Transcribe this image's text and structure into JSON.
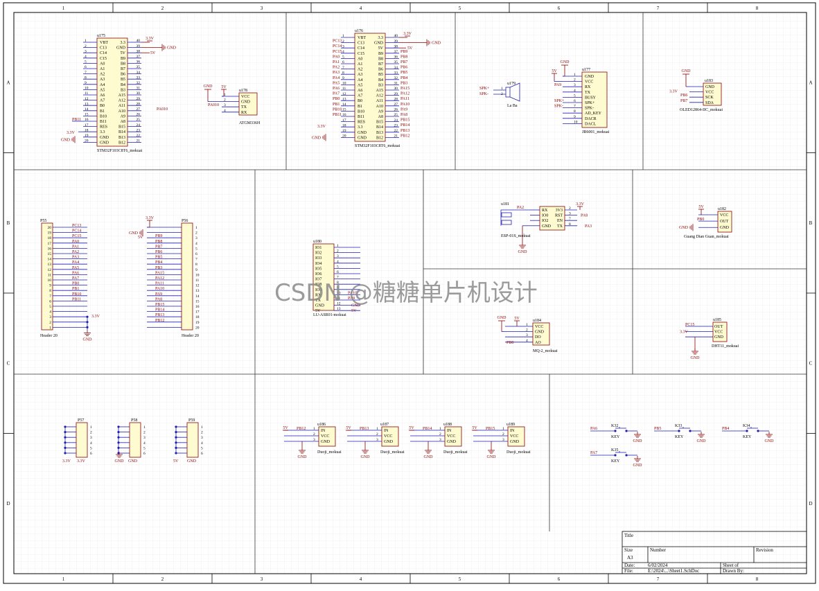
{
  "border": {
    "columns": [
      "1",
      "2",
      "3",
      "4",
      "5",
      "6",
      "7",
      "8"
    ],
    "rows": [
      "A",
      "B",
      "C",
      "D"
    ]
  },
  "colors": {
    "wire": "#1f1fb4",
    "net": "#8b0000",
    "part": "#6d0e0e",
    "body_fill": "#fffbd0",
    "body_stroke": "#8b0000",
    "grid": "#e3e3e3",
    "frame": "#000000"
  },
  "power": {
    "v33": "3.3V",
    "v5": "5V",
    "gnd": "GND"
  },
  "u175": {
    "ref": "u175",
    "name": "STM32F103C8T6_mokuai",
    "left_nums": [
      "1",
      "2",
      "3",
      "4",
      "5",
      "6",
      "7",
      "8",
      "9",
      "10",
      "11",
      "12",
      "13",
      "14",
      "15",
      "16",
      "17",
      "18",
      "19",
      "20"
    ],
    "left_names": [
      "VBT",
      "C13",
      "C14",
      "C15",
      "A0",
      "A1",
      "A2",
      "A3",
      "A4",
      "A5",
      "A6",
      "A7",
      "B0",
      "B1",
      "B10",
      "B11",
      "RES",
      "3.3",
      "GND",
      "GND"
    ],
    "right_names": [
      "3.3",
      "GND",
      "5V",
      "B9",
      "B8",
      "B7",
      "B6",
      "B5",
      "B4",
      "B3",
      "A15",
      "A12",
      "A11",
      "A10",
      "A9",
      "A8",
      "B15",
      "B14",
      "B13",
      "B12"
    ],
    "right_nums": [
      "40",
      "39",
      "38",
      "37",
      "36",
      "35",
      "34",
      "33",
      "32",
      "31",
      "30",
      "29",
      "28",
      "27",
      "26",
      "25",
      "24",
      "23",
      "22",
      "21"
    ],
    "nets": {
      "pb11": "PB11",
      "pa010": "PA010"
    }
  },
  "u176": {
    "ref": "u176",
    "name": "STM32F103C8T6_mokuai",
    "left_nets": [
      "",
      "PC13",
      "PC14",
      "PC15",
      "PA0",
      "PA1",
      "PA2",
      "PA3",
      "PA4",
      "PA5",
      "PA6",
      "PA7",
      "PB0",
      "PB1",
      "PB10",
      "PB11",
      "",
      "",
      "",
      ""
    ],
    "right_nets": [
      "",
      "",
      "",
      "PB9",
      "PB8",
      "PB7",
      "PB6",
      "PB5",
      "PB4",
      "PB3",
      "PA15",
      "PA12",
      "PA11",
      "PA10",
      "PA9",
      "PA8",
      "PB15",
      "PB14",
      "PB13",
      "PB12"
    ]
  },
  "u178": {
    "ref": "u178",
    "name": "ATGM336H",
    "pins": [
      "VCC",
      "GND",
      "TX",
      "RX"
    ],
    "net": "PA010"
  },
  "u179": {
    "ref": "u179",
    "name": "La Ba",
    "nets": [
      "SPK+",
      "SPK-"
    ]
  },
  "u177": {
    "ref": "u177",
    "name": "JR6001_mokuai",
    "pins": [
      "GND",
      "VCC",
      "RX",
      "TX",
      "BUSY",
      "SPK+",
      "SPK-",
      "AD_KEY",
      "DACR",
      "DACL"
    ],
    "nets": [
      "PA9",
      "SPK+",
      "SPK-"
    ]
  },
  "u183": {
    "ref": "u183",
    "name": "OLED12864-IIC_mokuai",
    "pins": [
      "GND",
      "VCC",
      "SCK",
      "SDA"
    ],
    "nets": [
      "PB6",
      "PB7"
    ]
  },
  "p55": {
    "ref": "P55",
    "name": "Header 20",
    "nums": [
      "20",
      "19",
      "18",
      "17",
      "16",
      "15",
      "14",
      "13",
      "12",
      "11",
      "10",
      "9",
      "8",
      "7",
      "6",
      "5",
      "4",
      "3",
      "2",
      "1"
    ],
    "nets": [
      "PC13",
      "PC14",
      "PC15",
      "PA0",
      "PA1",
      "PA2",
      "PA3",
      "PA4",
      "PA5",
      "PA6",
      "PA7",
      "PB0",
      "PB1",
      "PB10",
      "PB11",
      "",
      "",
      "",
      "",
      ""
    ]
  },
  "p56": {
    "ref": "P56",
    "name": "Header 20",
    "nums": [
      "1",
      "2",
      "3",
      "4",
      "5",
      "6",
      "7",
      "8",
      "9",
      "10",
      "11",
      "12",
      "13",
      "14",
      "15",
      "16",
      "17",
      "18",
      "19",
      "20"
    ],
    "nets": [
      "",
      "",
      "PB9",
      "PB8",
      "PB7",
      "PB6",
      "PB5",
      "PB4",
      "PB3",
      "PA15",
      "PA12",
      "PA11",
      "PA10",
      "PA9",
      "PA8",
      "PB15",
      "PB14",
      "PB13",
      "PB12",
      ""
    ]
  },
  "u180": {
    "ref": "u180",
    "name": "LU-ASR01-mokuai",
    "pins": [
      "IO1",
      "IO2",
      "IO3",
      "IO4",
      "IO5",
      "IO6",
      "IO7",
      "IO8",
      "IO9",
      "RX",
      "TX",
      "GND",
      "5V"
    ],
    "nets": [
      "PA10",
      "PA9"
    ]
  },
  "u181": {
    "ref": "u181",
    "name": "ESP-01S_mokuai",
    "left": [
      "RX",
      "IO0",
      "IO2",
      "GND"
    ],
    "right": [
      "3V3",
      "RST",
      "EN",
      "TX"
    ],
    "nets": [
      "PA2",
      "PA8",
      "PA3"
    ]
  },
  "u182": {
    "ref": "u182",
    "name": "Guang Dian Guan_mokuai",
    "pins": [
      "VCC",
      "OUT",
      "GND"
    ],
    "net": "PB0"
  },
  "u184": {
    "ref": "u184",
    "name": "MQ-2_mokuai",
    "pins": [
      "VCC",
      "GND",
      "DO",
      "AO"
    ],
    "net": "PB0"
  },
  "u185": {
    "ref": "u185",
    "name": "DHT11_mokuai",
    "pins": [
      "OUT",
      "VCC",
      "GND"
    ],
    "net": "PC15"
  },
  "headers6": [
    {
      "ref": "P57",
      "power": [
        "3.3V",
        "3.3V"
      ]
    },
    {
      "ref": "P58",
      "power": [
        "GND"
      ]
    },
    {
      "ref": "P59",
      "power": [
        "5V",
        "GND"
      ]
    }
  ],
  "duoji": [
    {
      "ref": "u186",
      "name": "Duoji_mokuai",
      "net": "PB12",
      "pins": [
        "IN",
        "VCC",
        "GND"
      ]
    },
    {
      "ref": "u187",
      "name": "Duoji_mokuai",
      "net": "PB13",
      "pins": [
        "IN",
        "VCC",
        "GND"
      ]
    },
    {
      "ref": "u188",
      "name": "Duoji_mokuai",
      "net": "PB14",
      "pins": [
        "IN",
        "VCC",
        "GND"
      ]
    },
    {
      "ref": "u189",
      "name": "Duoji_mokuai",
      "net": "PB15",
      "pins": [
        "IN",
        "VCC",
        "GND"
      ]
    }
  ],
  "keys": [
    {
      "ref": "K32",
      "name": "KEY",
      "net": "PA6"
    },
    {
      "ref": "K33",
      "name": "KEY",
      "net": "PB5"
    },
    {
      "ref": "K34",
      "name": "KEY",
      "net": "PB4"
    },
    {
      "ref": "K35",
      "name": "KEY",
      "net": "PA7"
    }
  ],
  "title_block": {
    "title": "Title",
    "size_label": "Size",
    "size": "A3",
    "number": "Number",
    "revision": "Revision",
    "date_label": "Date:",
    "date": "6/02/2024",
    "file_label": "File:",
    "file": "E:\\2024\\...\\Sheet1.SchDoc",
    "sheet": "Sheet of",
    "drawn": "Drawn By:"
  },
  "watermark": "CSDN @糖糖单片机设计"
}
